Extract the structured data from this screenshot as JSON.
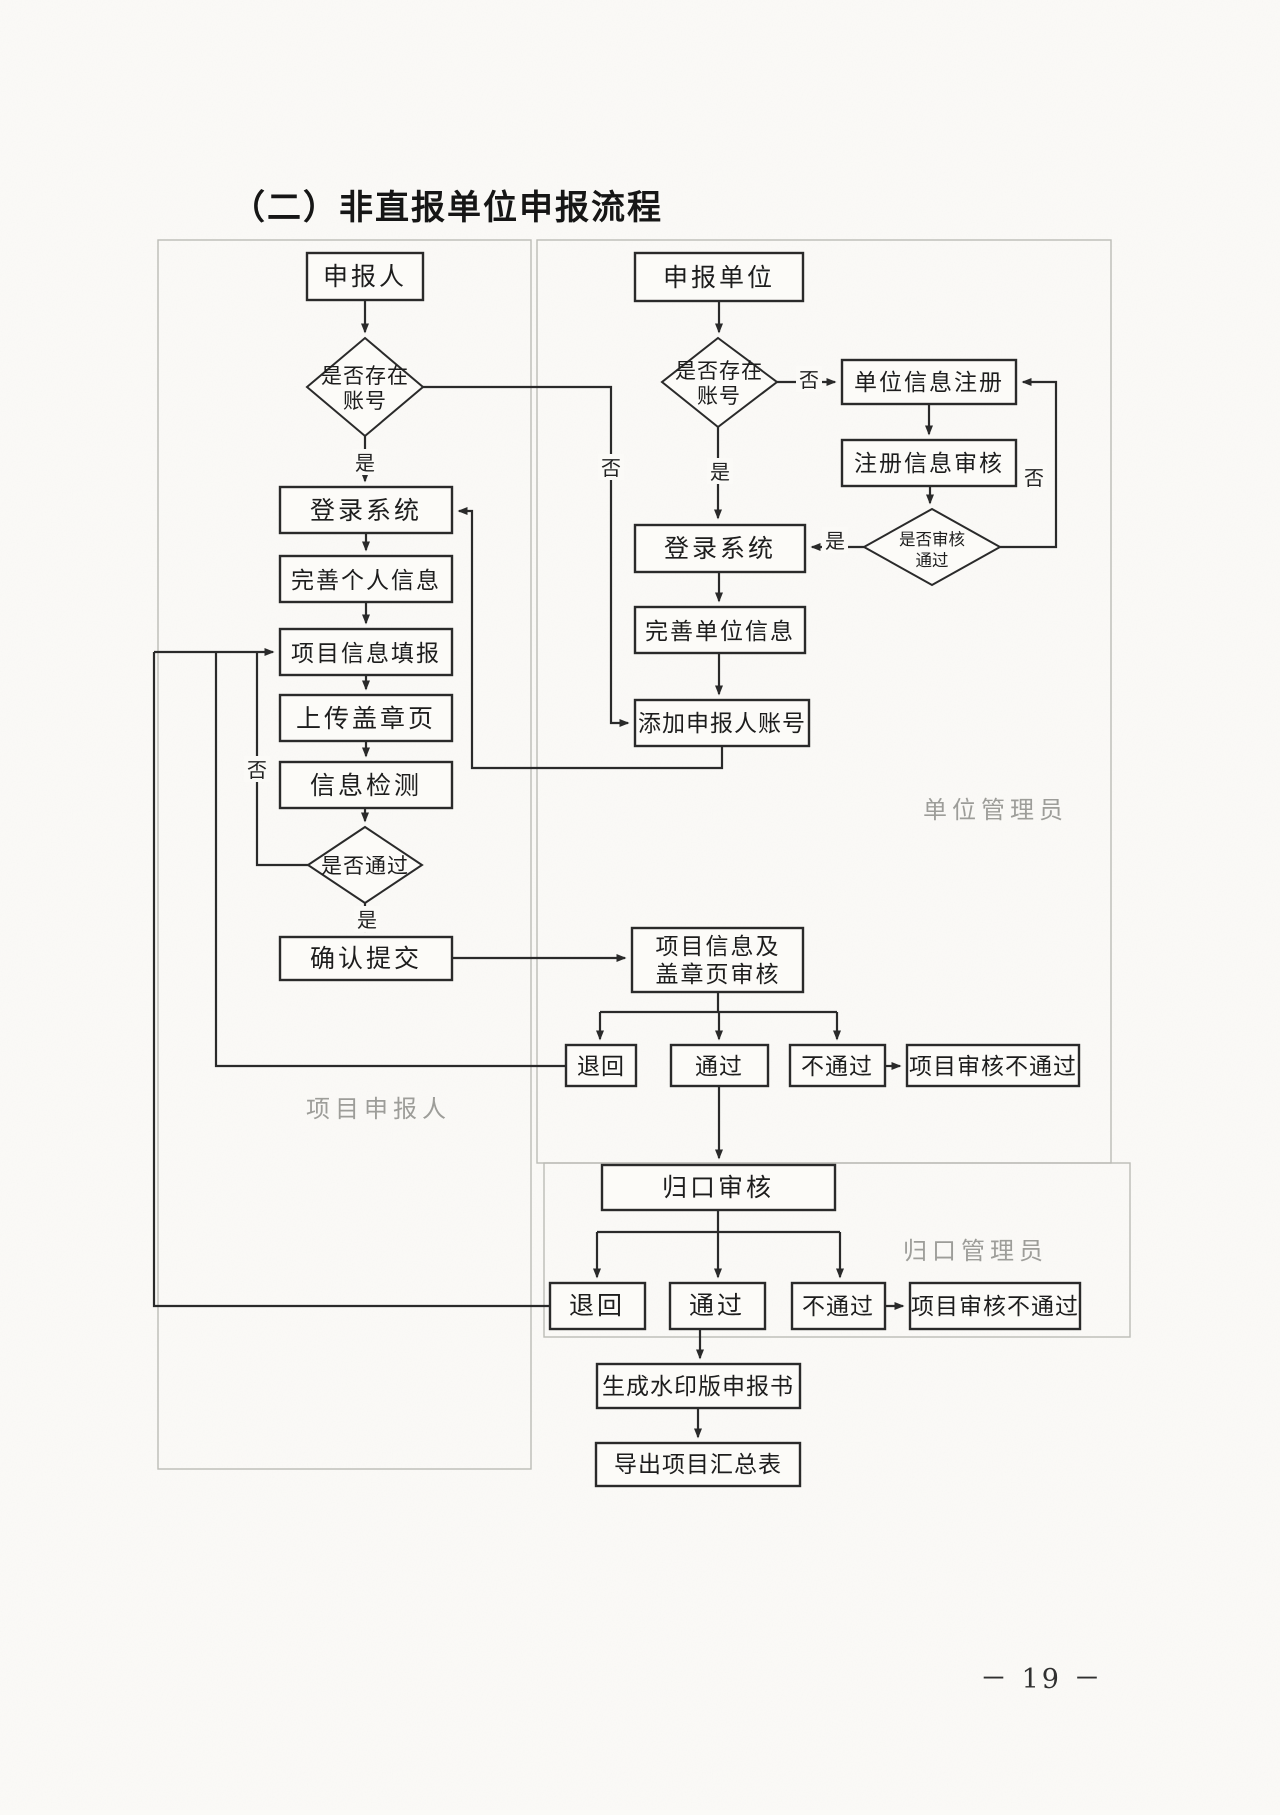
{
  "page": {
    "title": "（二）非直报单位申报流程",
    "page_number": "－ 19 －"
  },
  "colors": {
    "ink": "#2a2a2a",
    "paper": "#fbfaf7",
    "region_border": "#bcbcb6",
    "region_label": "#9d9d99"
  },
  "regions": {
    "applicant": "项目申报人",
    "unit_admin": "单位管理员",
    "centralized_admin": "归口管理员"
  },
  "labels": {
    "yes": "是",
    "no": "否"
  },
  "nodes": {
    "applicant": "申报人",
    "account_exists_l1": "是否存在",
    "account_exists_l2": "账号",
    "login": "登录系统",
    "complete_personal_info": "完善个人信息",
    "fill_project_info": "项目信息填报",
    "upload_stamped_page": "上传盖章页",
    "info_check": "信息检测",
    "check_passed": "是否通过",
    "confirm_submit": "确认提交",
    "applicant_unit": "申报单位",
    "unit_account_exists_l1": "是否存在",
    "unit_account_exists_l2": "账号",
    "unit_info_register": "单位信息注册",
    "register_info_review": "注册信息审核",
    "review_passed_l1": "是否审核",
    "review_passed_l2": "通过",
    "unit_login": "登录系统",
    "complete_unit_info": "完善单位信息",
    "add_applicant_account": "添加申报人账号",
    "project_review_l1": "项目信息及",
    "project_review_l2": "盖章页审核",
    "return1": "退回",
    "pass1": "通过",
    "fail1": "不通过",
    "review_failed1": "项目审核不通过",
    "centralized_review": "归口审核",
    "return2": "退回",
    "pass2": "通过",
    "fail2": "不通过",
    "review_failed2": "项目审核不通过",
    "generate_watermark": "生成水印版申报书",
    "export_summary": "导出项目汇总表"
  }
}
